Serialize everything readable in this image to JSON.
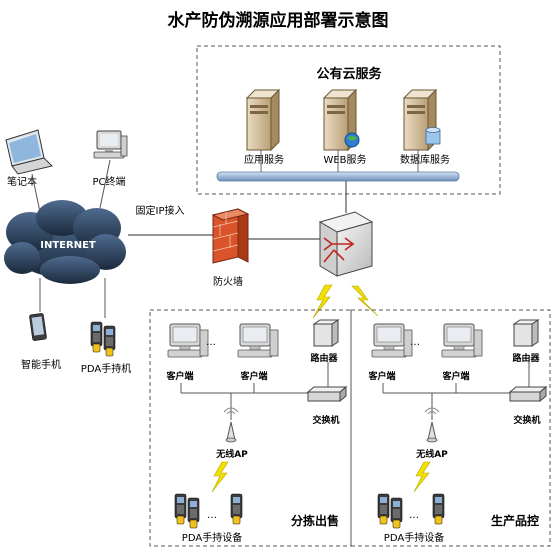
{
  "title": "水产防伪溯源应用部署示意图",
  "cloud": {
    "title": "公有云服务",
    "servers": [
      "应用服务",
      "WEB服务",
      "数据库服务"
    ]
  },
  "internet": {
    "label": "INTERNET",
    "clients": {
      "laptop": "笔记本",
      "pc": "PC终端",
      "phone": "智能手机",
      "pda": "PDA手持机"
    },
    "fixed_ip": "固定IP接入"
  },
  "firewall": "防火墙",
  "zones": [
    {
      "title": "分拣出售",
      "client1": "客户端",
      "client2": "客户端",
      "dots": "…",
      "router": "路由器",
      "switch": "交换机",
      "ap": "无线AP",
      "pda": "PDA手持设备"
    },
    {
      "title": "生产品控",
      "client1": "客户端",
      "client2": "客户端",
      "dots": "…",
      "router": "路由器",
      "switch": "交换机",
      "ap": "无线AP",
      "pda": "PDA手持设备"
    }
  ],
  "colors": {
    "cloud": "#2a3d55",
    "firewall": "#d9542b",
    "bus": "#9fb8d9",
    "lightning": "#f0e000"
  }
}
